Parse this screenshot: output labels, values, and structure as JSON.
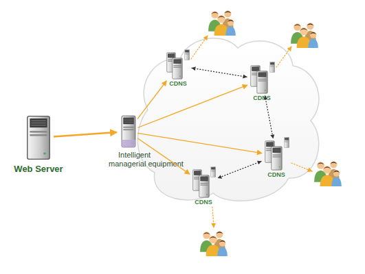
{
  "diagram": {
    "nodes": [
      {
        "text": [
          "Web Server"
        ]
      },
      {
        "text": [
          "Intelligent managerial equipment"
        ]
      },
      {
        "text": [
          "CDNS"
        ]
      },
      {
        "text": [
          "CDNS"
        ]
      },
      {
        "text": [
          "CDNS"
        ]
      },
      {
        "text": [
          "CDNS"
        ]
      }
    ],
    "edges": [
      {
        "from": 0,
        "to": 1,
        "arrow": "to"
      },
      {
        "from": 1,
        "to": 2,
        "arrow": "to"
      },
      {
        "from": 1,
        "to": 3,
        "arrow": "to"
      },
      {
        "from": 1,
        "to": 4,
        "arrow": "to"
      },
      {
        "from": 1,
        "to": 5,
        "arrow": "to"
      },
      {
        "from": 2,
        "to": 3,
        "arrow": "both"
      },
      {
        "from": 3,
        "to": 4,
        "arrow": "both"
      },
      {
        "from": 4,
        "to": 5,
        "arrow": "both"
      }
    ]
  }
}
